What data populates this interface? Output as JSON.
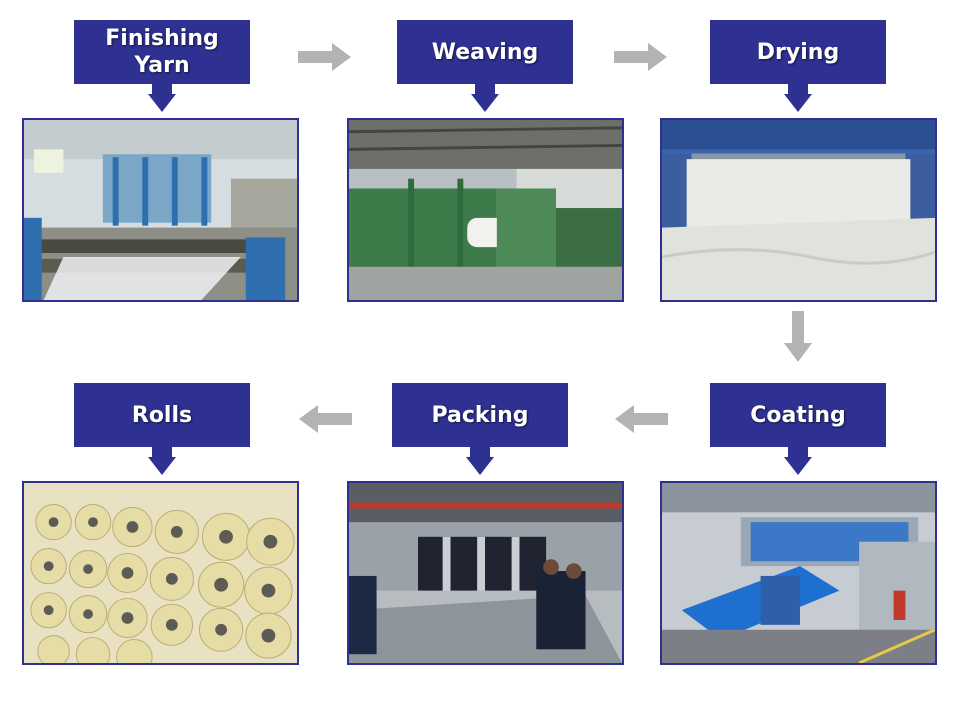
{
  "steps": [
    {
      "label": "Finishing Yarn"
    },
    {
      "label": "Weaving"
    },
    {
      "label": "Drying"
    },
    {
      "label": "Coating"
    },
    {
      "label": "Packing"
    },
    {
      "label": "Rolls"
    }
  ],
  "colors": {
    "step_box": "#2e3192",
    "step_text": "#ffffff",
    "flow_arrow": "#b3b3b3",
    "photo_border": "#2e3192"
  },
  "icons": {
    "flow": "arrow-icon",
    "pointer": "down-pointer-icon"
  }
}
